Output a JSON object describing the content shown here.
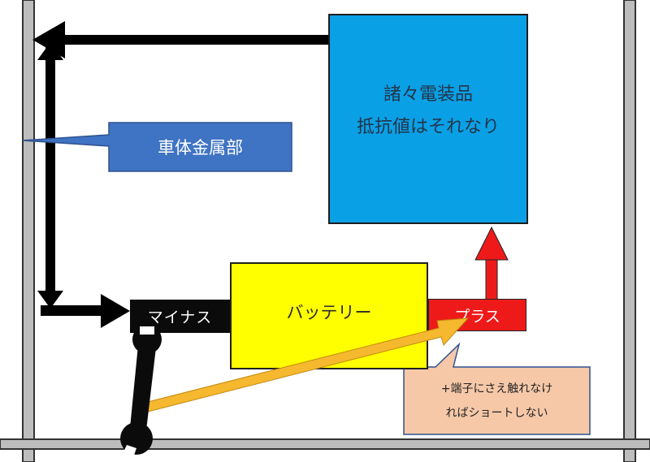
{
  "diagram": {
    "electrics_box": {
      "line1": "諸々電装品",
      "line2": "抵抗値はそれなり"
    },
    "body_metal_label": "車体金属部",
    "battery_label": "バッテリー",
    "minus_terminal_label": "マイナス",
    "plus_terminal_label": "プラス",
    "short_note": {
      "line1": "+端子にさえ触れなけ",
      "line2": "ればショートしない"
    }
  },
  "colors": {
    "electrics_fill": "#0aa0e6",
    "body_metal_callout": "#3f73c3",
    "battery_fill": "#ffff00",
    "plus_fill": "#ee1a1a",
    "minus_fill": "#0b0b0b",
    "note_fill": "#f6c8a8",
    "wrench_path_arrow": "#f5b82e",
    "circuit_arrow": "#000000",
    "plus_up_arrow": "#ee1a1a"
  },
  "icons": [
    "wrench-icon"
  ]
}
